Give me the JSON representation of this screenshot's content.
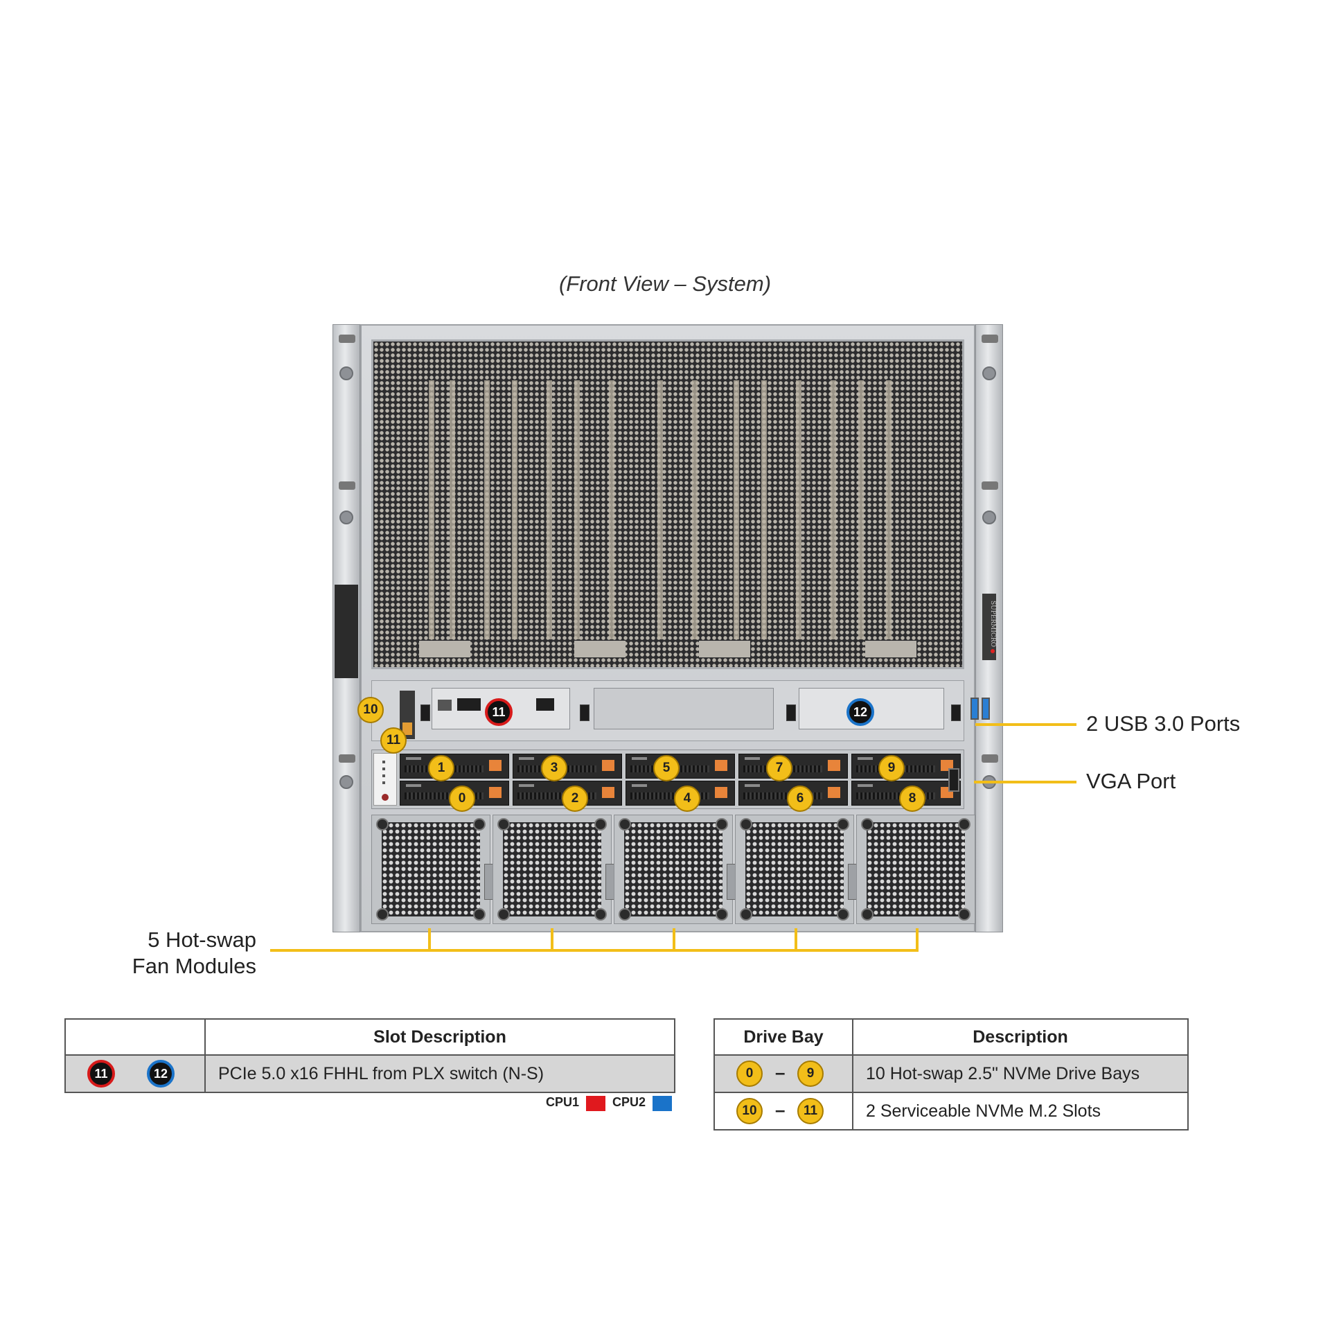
{
  "title": "(Front View – System)",
  "callouts": {
    "usb": "2 USB 3.0 Ports",
    "vga": "VGA Port",
    "fans_line1": "5 Hot-swap",
    "fans_line2": "Fan Modules"
  },
  "drive_bays": {
    "top_row": [
      "1",
      "3",
      "5",
      "7",
      "9"
    ],
    "bottom_row": [
      "0",
      "2",
      "4",
      "6",
      "8"
    ],
    "m2": [
      "10",
      "11"
    ]
  },
  "slots": {
    "cpu1_slot": "11",
    "cpu2_slot": "12"
  },
  "slot_table": {
    "header": "Slot Description",
    "row": {
      "badge_a": "11",
      "badge_b": "12",
      "description": "PCIe 5.0 x16 FHHL from PLX switch (N-S)"
    }
  },
  "legend": {
    "cpu1_label": "CPU1",
    "cpu1_color": "#e0191e",
    "cpu2_label": "CPU2",
    "cpu2_color": "#1a73c9"
  },
  "drive_table": {
    "header_bay": "Drive Bay",
    "header_desc": "Description",
    "rows": [
      {
        "from": "0",
        "to": "9",
        "desc": "10 Hot-swap 2.5\" NVMe Drive Bays"
      },
      {
        "from": "10",
        "to": "11",
        "desc": "2 Serviceable NVMe M.2 Slots"
      }
    ]
  },
  "brand": "SUPERMICRO",
  "colors": {
    "callout_yellow": "#f2be19",
    "badge_red": "#d71a1a",
    "badge_blue": "#1a73c9"
  }
}
